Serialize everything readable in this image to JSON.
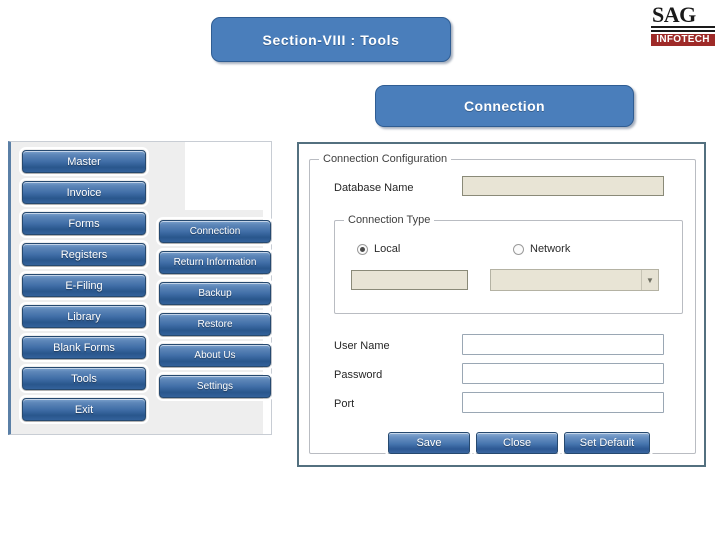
{
  "logo": {
    "brand": "SAG",
    "sub": "INFOTECH",
    "brand_color": "#1a1a1a",
    "sub_bg": "#9e2a28"
  },
  "headers": {
    "section_title": "Section-VIII : Tools",
    "dialog_title": "Connection",
    "pill_color": "#4a7ebb"
  },
  "menu": {
    "left_column": [
      {
        "label": "Master"
      },
      {
        "label": "Invoice"
      },
      {
        "label": "Forms"
      },
      {
        "label": "Registers"
      },
      {
        "label": "E-Filing"
      },
      {
        "label": "Library"
      },
      {
        "label": "Blank Forms"
      },
      {
        "label": "Tools"
      },
      {
        "label": "Exit"
      }
    ],
    "right_column": [
      {
        "label": "Connection"
      },
      {
        "label": "Return Information"
      },
      {
        "label": "Backup"
      },
      {
        "label": "Restore"
      },
      {
        "label": "About Us"
      },
      {
        "label": "Settings"
      }
    ]
  },
  "dialog": {
    "group_title": "Connection Configuration",
    "database_name_label": "Database Name",
    "database_name_value": "",
    "connection_type": {
      "group_title": "Connection Type",
      "options": [
        {
          "label": "Local",
          "selected": true
        },
        {
          "label": "Network",
          "selected": false
        }
      ],
      "server_value": "",
      "instance_value": "",
      "dropdown_arrow": "chevron-down-icon"
    },
    "fields": [
      {
        "label": "User Name",
        "value": ""
      },
      {
        "label": "Password",
        "value": ""
      },
      {
        "label": "Port",
        "value": ""
      }
    ],
    "buttons": [
      {
        "label": "Save"
      },
      {
        "label": "Close"
      },
      {
        "label": "Set Default"
      }
    ]
  }
}
